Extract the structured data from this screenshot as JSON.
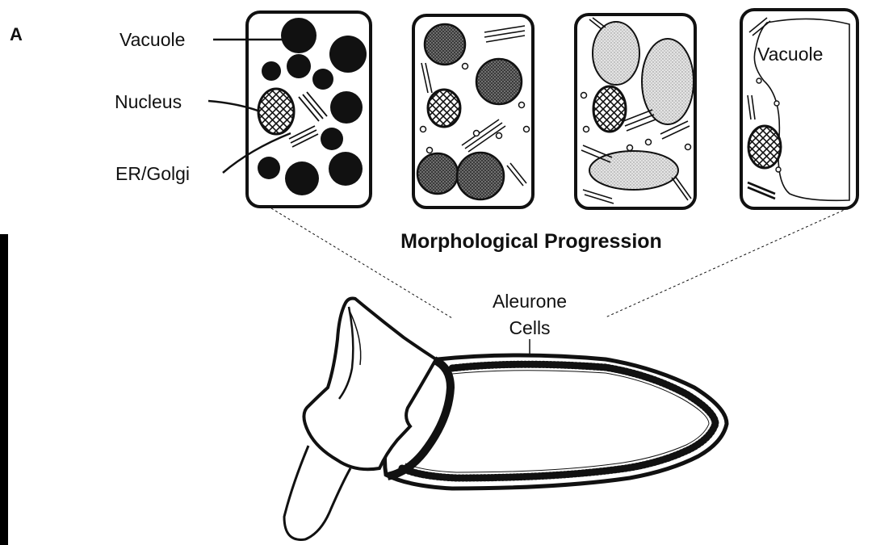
{
  "panel_label": "A",
  "labels": {
    "vacuole_left": "Vacuole",
    "nucleus": "Nucleus",
    "er_golgi": "ER/Golgi",
    "vacuole_right": "Vacuole",
    "progression": "Morphological Progression",
    "aleurone_line1": "Aleurone",
    "aleurone_line2": "Cells"
  },
  "stages": [
    {
      "vacuole_style": "solid-black"
    },
    {
      "vacuole_style": "dark-stippled"
    },
    {
      "vacuole_style": "light-stippled"
    },
    {
      "vacuole_style": "single-fused-clear"
    }
  ],
  "colors": {
    "ink": "#111111",
    "paper": "#ffffff"
  }
}
